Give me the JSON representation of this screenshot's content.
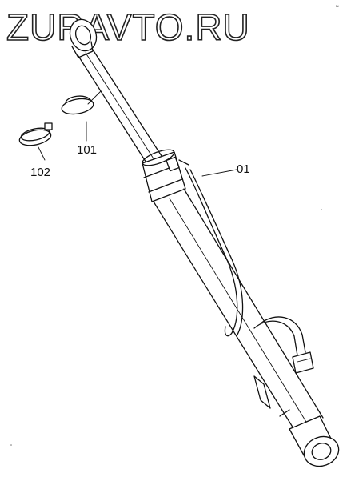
{
  "watermark": {
    "text": "ZURAVTO.RU"
  },
  "corner_mark": {
    "text": "≈"
  },
  "callouts": [
    {
      "id": "01",
      "text": "01"
    },
    {
      "id": "101",
      "text": "101"
    },
    {
      "id": "102",
      "text": "102"
    }
  ]
}
